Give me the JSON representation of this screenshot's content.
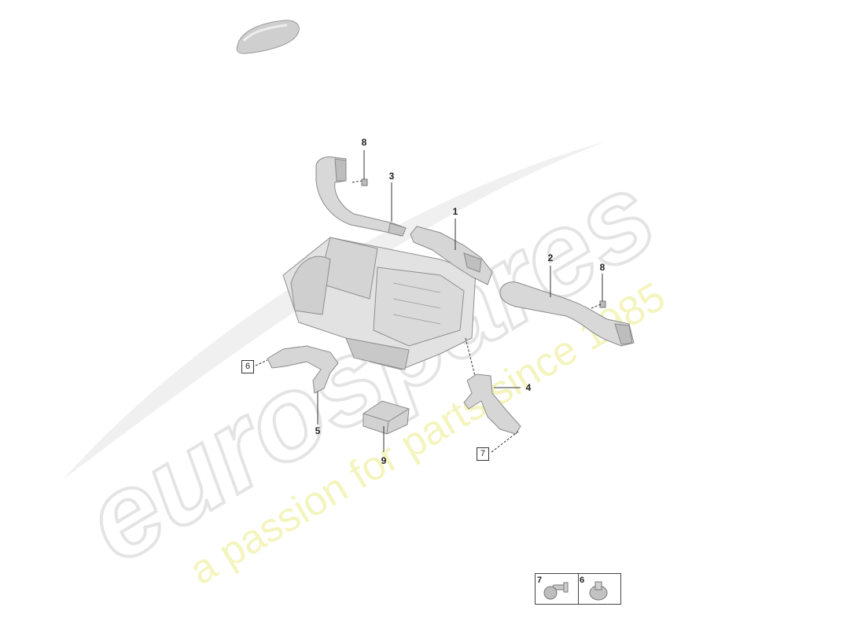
{
  "diagram": {
    "callouts": [
      {
        "id": "c1",
        "label": "1"
      },
      {
        "id": "c2",
        "label": "2"
      },
      {
        "id": "c3",
        "label": "3"
      },
      {
        "id": "c4",
        "label": "4"
      },
      {
        "id": "c5",
        "label": "5"
      },
      {
        "id": "c8a",
        "label": "8"
      },
      {
        "id": "c8b",
        "label": "8"
      },
      {
        "id": "c9",
        "label": "9"
      }
    ],
    "references": [
      {
        "id": "r6",
        "label": "6"
      },
      {
        "id": "r7",
        "label": "7"
      }
    ],
    "legend": {
      "cells": [
        {
          "label": "7",
          "icon": "bolt-clip-icon"
        },
        {
          "label": "6",
          "icon": "push-nut-icon"
        }
      ]
    }
  },
  "watermark": {
    "brand": "eurospares",
    "tagline": "a passion for parts since 1985",
    "colors": {
      "brand": "#e6e6e6",
      "tagline": "#f3f3b3"
    }
  }
}
